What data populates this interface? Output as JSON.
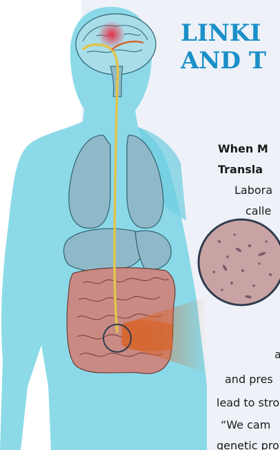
{
  "article": {
    "title_line1": "LINKI",
    "title_line2": "AND T",
    "body_lines": [
      "When M",
      "Transla",
      "Labora",
      "calle",
      "a",
      "and pres",
      "lead to stro",
      "“We cam",
      "genetic pro"
    ]
  },
  "figure": {
    "colors": {
      "body": "#7fd6e6",
      "organ": "#8fb9c8",
      "intestine": "#c98a84",
      "nerve": "#e2c44a",
      "brain_highlight": "#e8324a",
      "callout": "#d6662c"
    },
    "labels": {
      "brain": "brain",
      "vagus_nerve": "nerve",
      "lungs": "lungs",
      "stomach": "stomach",
      "liver": "liver",
      "intestines": "intestines",
      "gut_region": "gut region",
      "microbe_circle": "microbes"
    }
  }
}
